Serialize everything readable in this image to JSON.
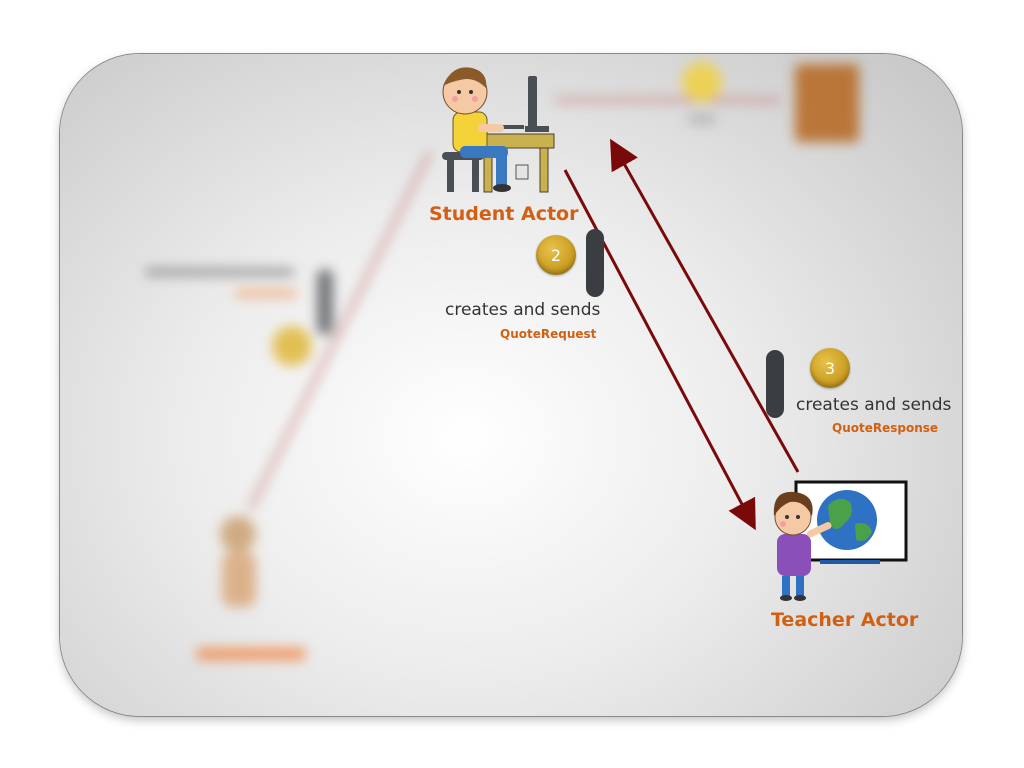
{
  "colors": {
    "accent_orange": "#d35f12",
    "arrow": "#7a0a0a",
    "badge_gold": "#c99a1b",
    "pill": "#3a3d42"
  },
  "diagram": {
    "student": {
      "label": "Student Actor",
      "icon": "student-at-computer-icon"
    },
    "teacher": {
      "label": "Teacher Actor",
      "icon": "teacher-with-globe-icon"
    },
    "step2": {
      "number": "2",
      "action": "creates and sends",
      "message": "QuoteRequest"
    },
    "step3": {
      "number": "3",
      "action": "creates and sends",
      "message": "QuoteResponse"
    },
    "blurred_background": {
      "left_actor_label": "blurred-actor-label",
      "left_action": "blurred-action-text",
      "icons": [
        "blurred-badge-icon",
        "blurred-target-box-icon",
        "blurred-actor-icon"
      ]
    }
  }
}
